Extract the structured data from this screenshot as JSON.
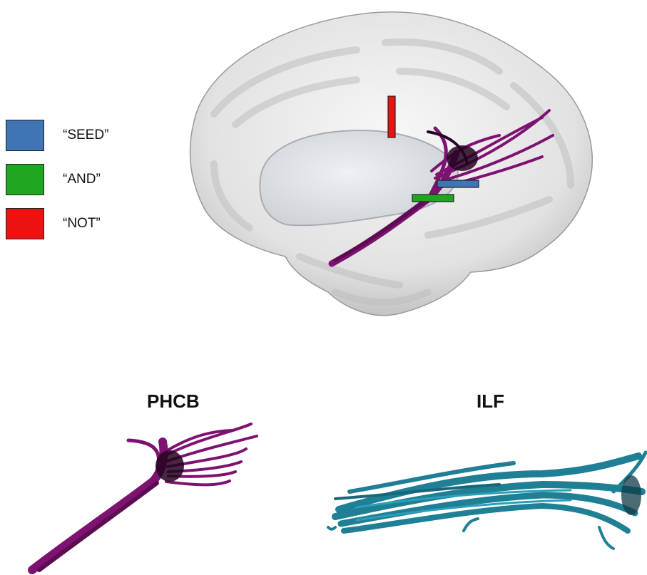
{
  "legend": {
    "items": [
      {
        "label": "“SEED”",
        "color": "#3f74b5"
      },
      {
        "label": "“AND”",
        "color": "#1fa51f"
      },
      {
        "label": "“NOT”",
        "color": "#ee1111"
      }
    ]
  },
  "panels": {
    "left_title": "PHCB",
    "right_title": "ILF"
  },
  "colors": {
    "tract_phcb": "#7d1270",
    "tract_ilf": "#1f7f94",
    "brain_surface": "#e9e9e9",
    "brain_shadow": "#a8a8a8",
    "medial_wall": "#d9dde2"
  }
}
